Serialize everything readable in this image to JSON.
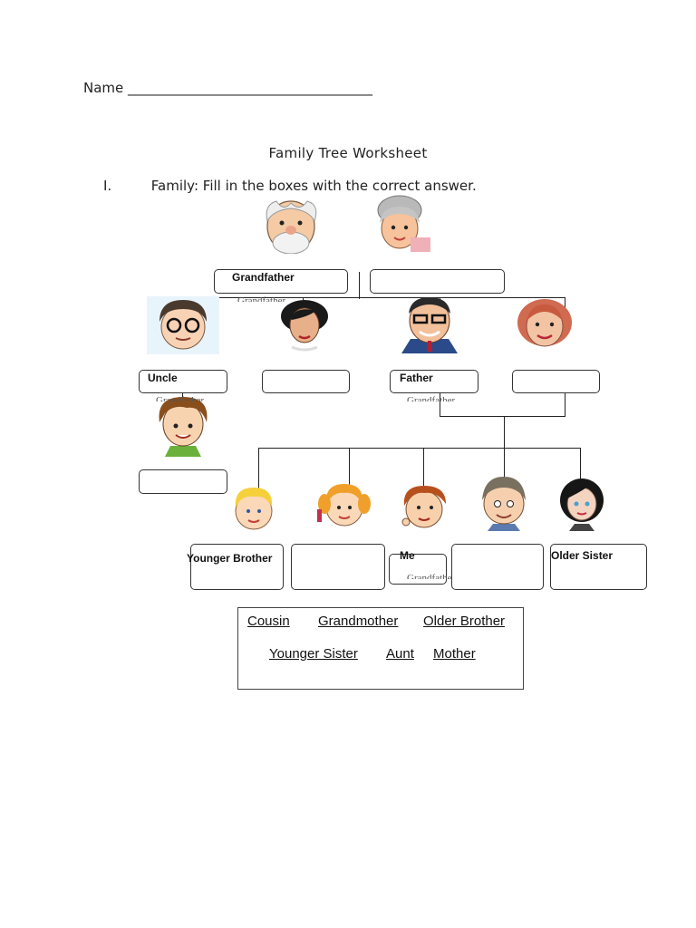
{
  "header": {
    "name_label": "Name ____________________________________",
    "title": "Family Tree Worksheet",
    "section_number": "I.",
    "instruction": "Family: Fill in the boxes with the correct answer."
  },
  "boxes": {
    "grandfather": "Grandfather",
    "uncle": "Uncle",
    "father": "Father",
    "younger_brother": "Younger Brother",
    "me": "Me",
    "older_sister": "Older Sister",
    "ghost_text": "Grandfather"
  },
  "word_bank": {
    "row1": [
      "Cousin",
      "Grandmother",
      "Older Brother"
    ],
    "row2": [
      "Younger Sister",
      "Aunt",
      "Mother"
    ]
  },
  "icons": [
    "grandfather-face-icon",
    "grandmother-face-icon",
    "uncle-face-icon",
    "aunt-face-icon",
    "father-face-icon",
    "mother-face-icon",
    "cousin-face-icon",
    "younger-brother-face-icon",
    "younger-sister-face-icon",
    "me-face-icon",
    "older-brother-face-icon",
    "older-sister-face-icon"
  ]
}
